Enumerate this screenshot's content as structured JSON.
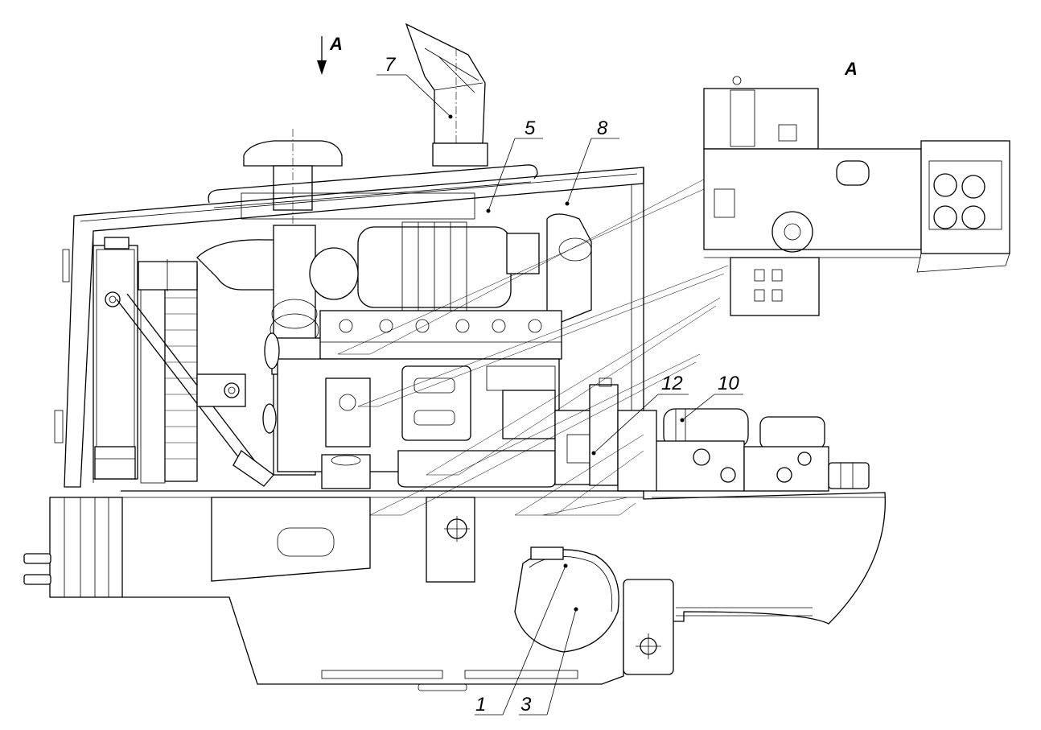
{
  "view_marker": "А",
  "view_title": "А",
  "callouts": {
    "c1": "1",
    "c3": "3",
    "c5": "5",
    "c7": "7",
    "c8": "8",
    "c10": "10",
    "c12": "12"
  }
}
